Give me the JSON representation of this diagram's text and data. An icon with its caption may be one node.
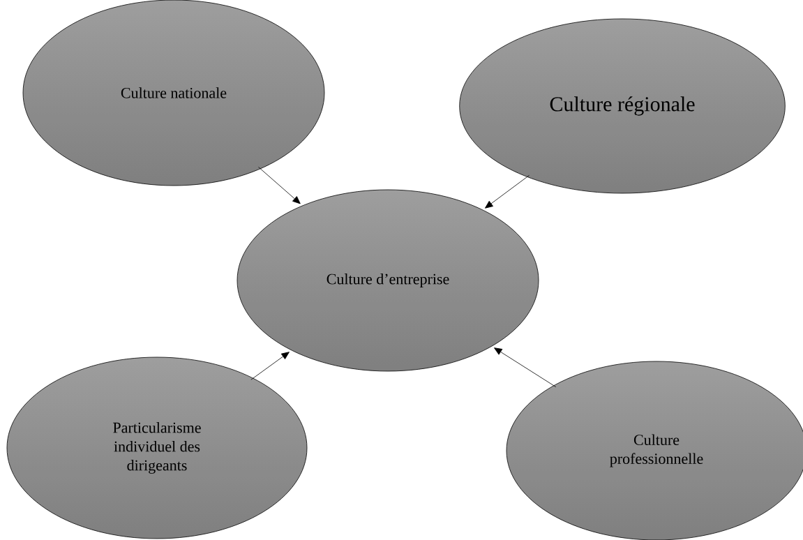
{
  "diagram": {
    "nodes": [
      {
        "text": [
          "Culture nationale"
        ]
      },
      {
        "text": [
          "Culture régionale"
        ]
      },
      {
        "text": [
          "Culture d’entreprise"
        ]
      },
      {
        "text": [
          "Particularisme individuel des dirigeants"
        ]
      },
      {
        "text": [
          "Culture professionnelle"
        ]
      }
    ],
    "edges": [
      {
        "from": 0,
        "to": 2,
        "arrow": "to"
      },
      {
        "from": 1,
        "to": 2,
        "arrow": "to"
      },
      {
        "from": 3,
        "to": 2,
        "arrow": "to"
      },
      {
        "from": 4,
        "to": 2,
        "arrow": "to"
      }
    ]
  }
}
